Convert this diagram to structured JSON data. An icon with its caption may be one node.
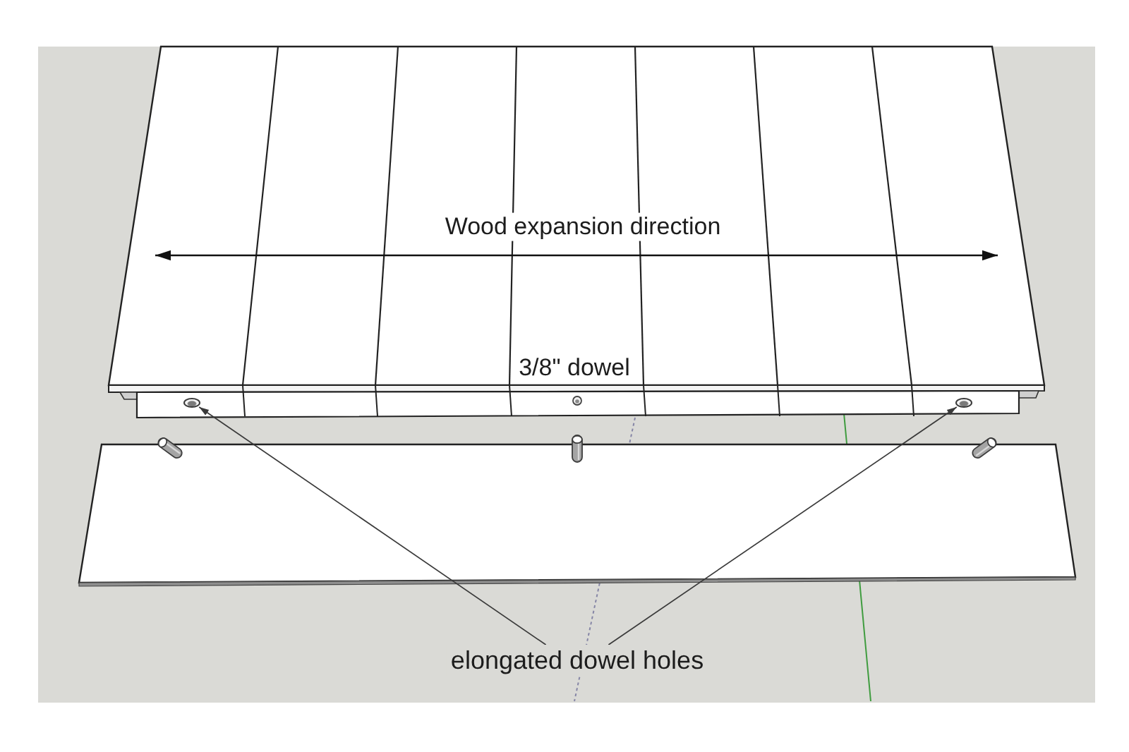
{
  "diagram": {
    "nodes": [
      {
        "text": [],
        "shape": "oval"
      },
      {
        "text": [],
        "shape": "oval"
      },
      {
        "text": [
          "elongated dowel holes"
        ]
      }
    ],
    "edges": [
      {
        "from": 2,
        "to": 0,
        "arrow": "to"
      },
      {
        "from": 2,
        "to": 1,
        "arrow": "to"
      }
    ],
    "labels": [
      "Wood expansion direction",
      "3/8\" dowel"
    ]
  }
}
